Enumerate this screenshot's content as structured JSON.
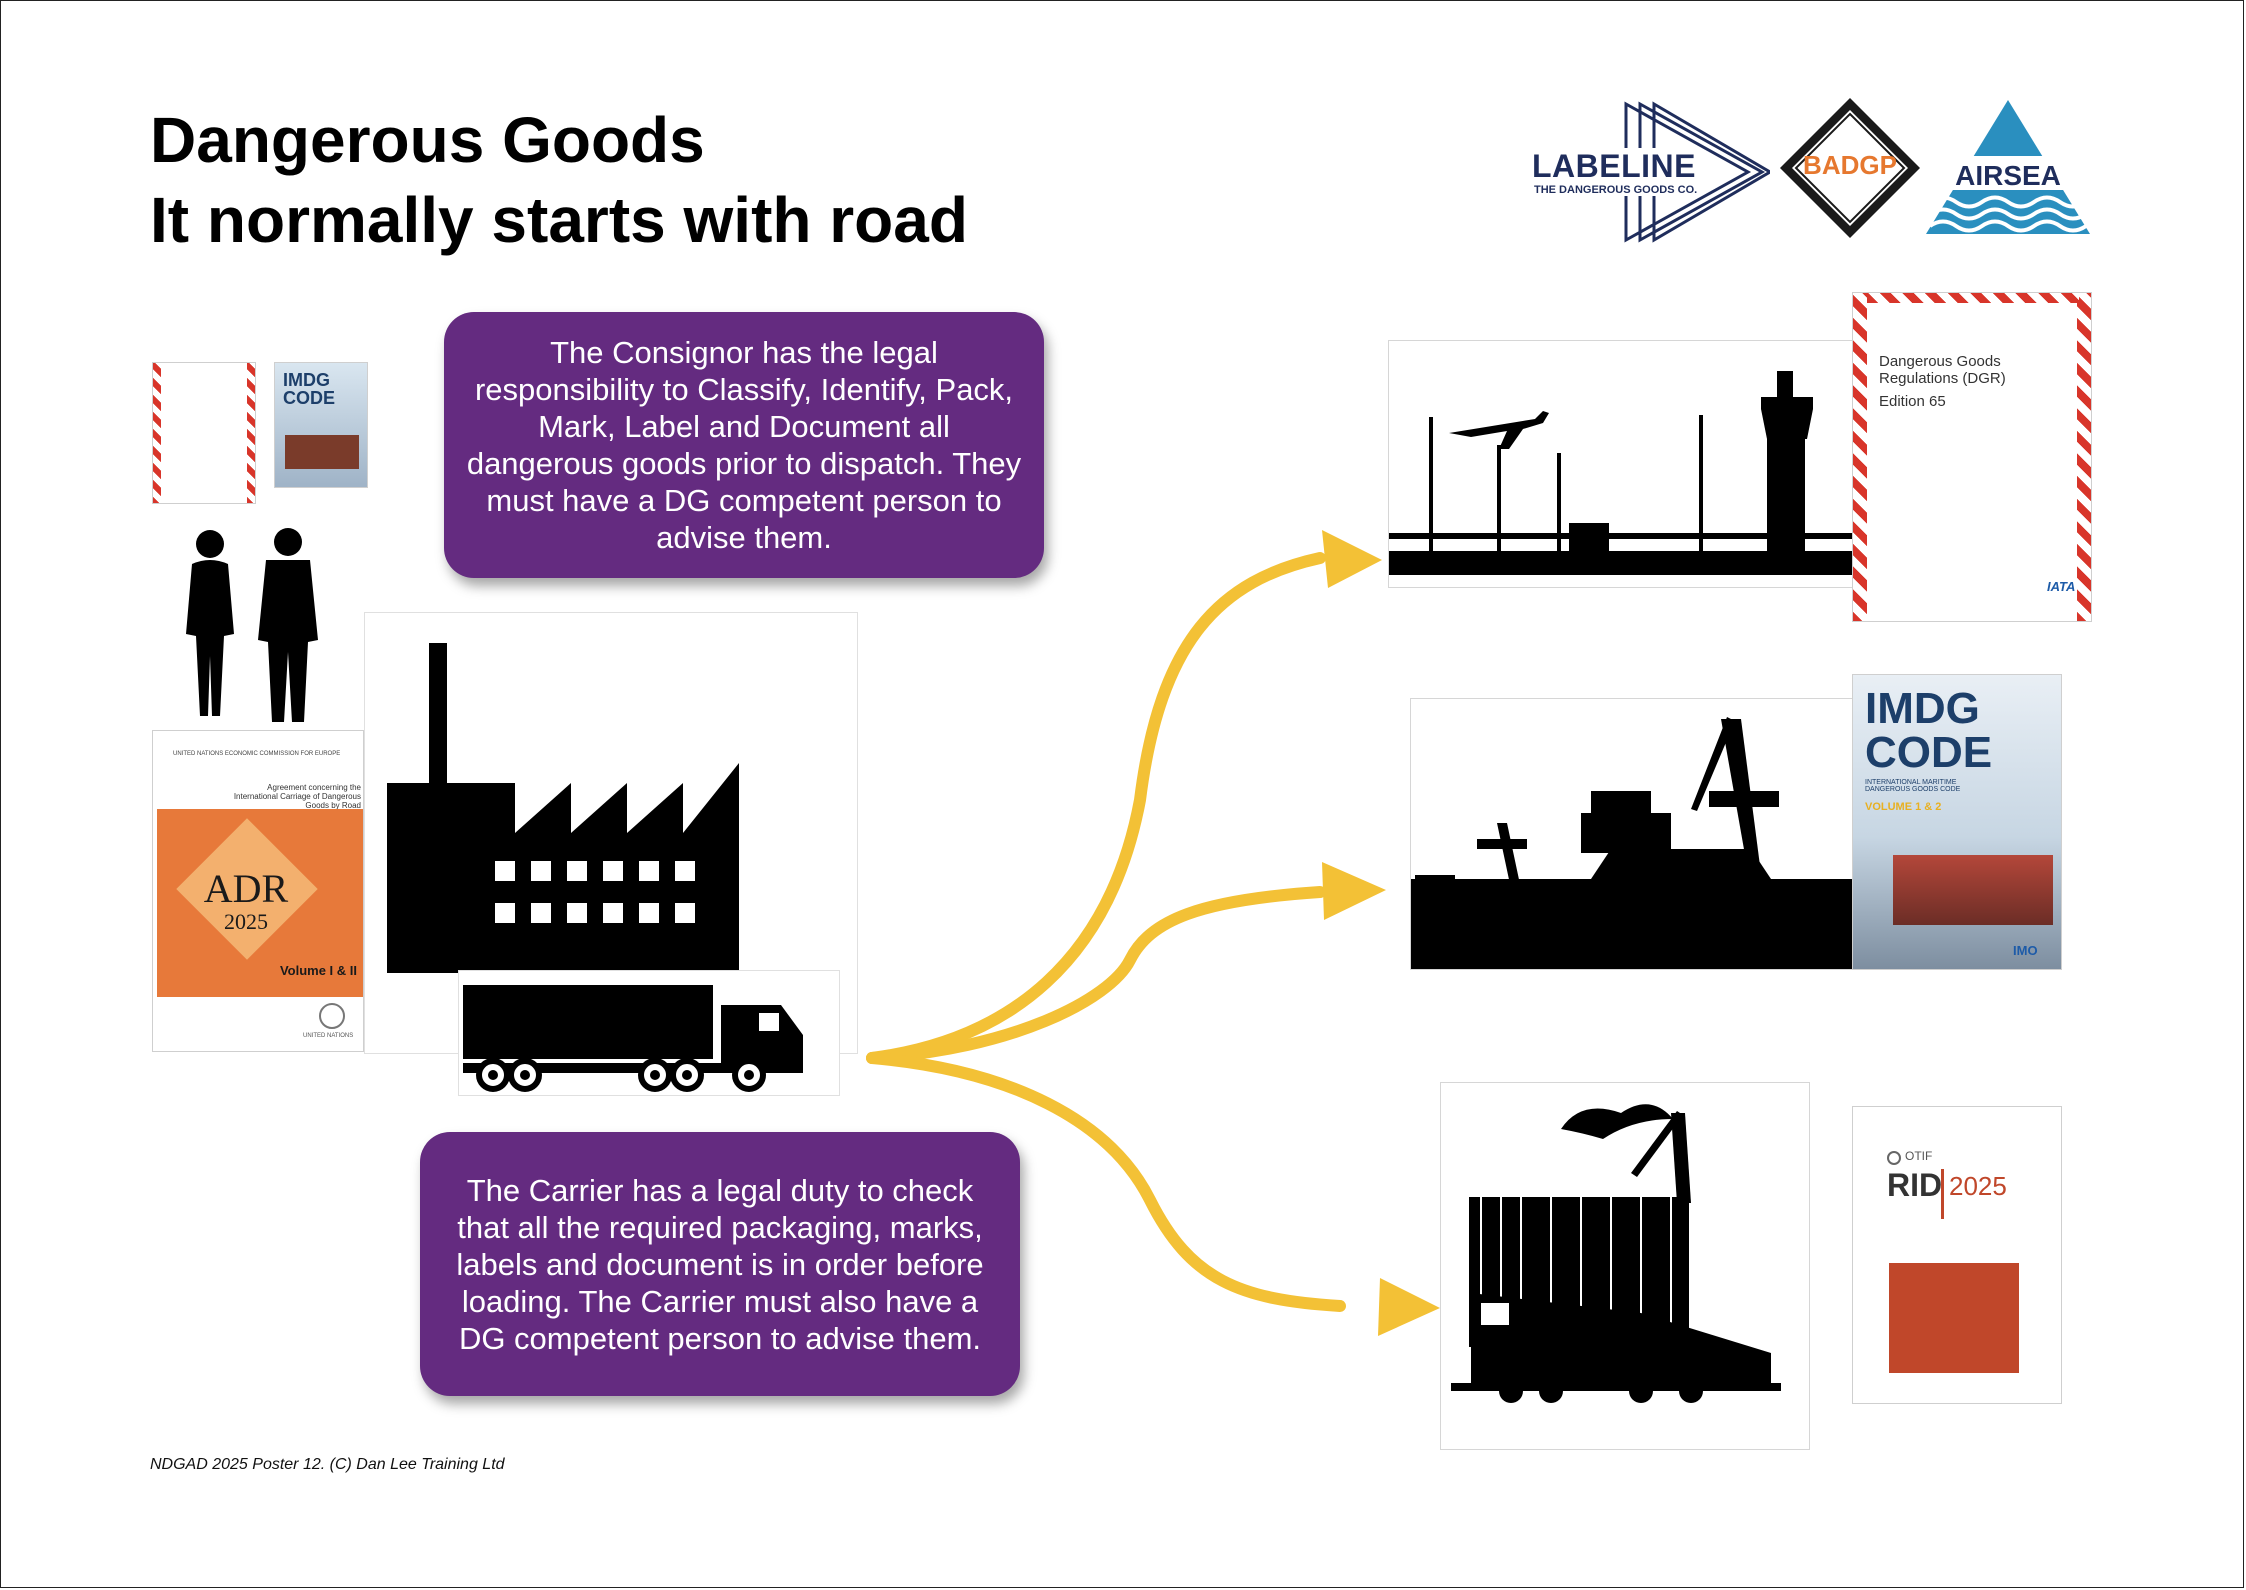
{
  "title": {
    "line1": "Dangerous Goods",
    "line2": "It normally starts with road"
  },
  "logos": {
    "labeline": {
      "name": "LABELINE",
      "tagline": "THE DANGEROUS GOODS CO."
    },
    "badgp": {
      "name": "BADGP"
    },
    "airsea": {
      "name": "AIRSEA"
    }
  },
  "callouts": {
    "consignor": "The Consignor has the legal responsibility to Classify, Identify, Pack, Mark, Label and Document all dangerous goods prior to dispatch. They must have a DG competent person to advise them.",
    "carrier": "The Carrier has a legal duty to check that all the required packaging, marks, labels and document is in order before loading. The Carrier must also have a DG competent person to advise them."
  },
  "books": {
    "adr": {
      "line1": "UNITED NATIONS ECONOMIC COMMISSION FOR EUROPE",
      "line2": "Agreement concerning the International Carriage of Dangerous Goods by Road",
      "title": "ADR",
      "year": "2025",
      "volume": "Volume I & II",
      "publisher": "UNITED NATIONS"
    },
    "dgr": {
      "title": "Dangerous Goods Regulations (DGR)",
      "edition": "Edition 65",
      "brand": "IATA"
    },
    "imdg": {
      "title1": "IMDG",
      "title2": "CODE",
      "subtitle": "INTERNATIONAL MARITIME DANGEROUS GOODS CODE",
      "volume": "VOLUME 1 & 2",
      "brand": "IMO"
    },
    "rid": {
      "org": "OTIF",
      "title": "RID",
      "year": "2025"
    }
  },
  "colors": {
    "callout": "#642b80",
    "arrow": "#f3c136",
    "adr_orange": "#e7793a",
    "rid_red": "#c0472a",
    "logo_navy": "#1f2d5c",
    "badgp_orange": "#e6782f",
    "airsea_blue": "#2a8fbf"
  },
  "footer": "NDGAD 2025 Poster 12. (C) Dan Lee Training Ltd"
}
